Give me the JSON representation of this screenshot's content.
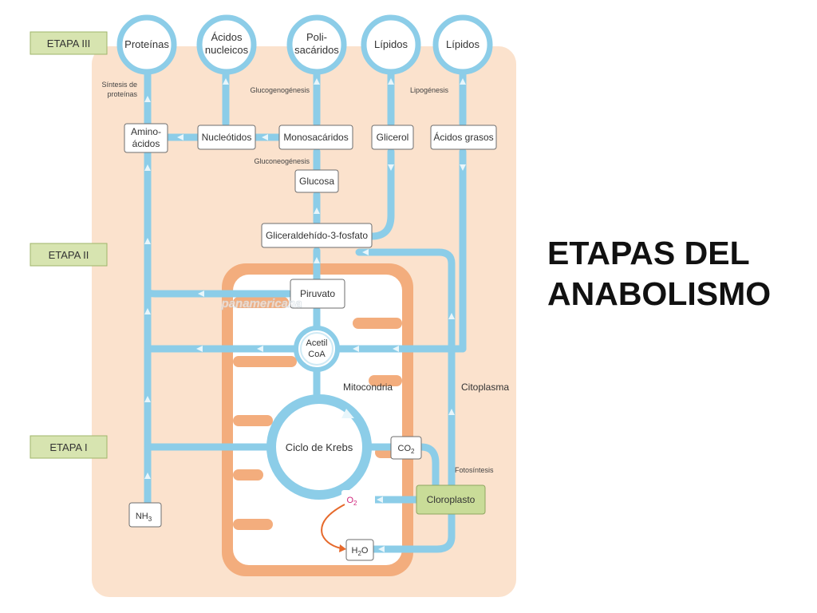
{
  "slide": {
    "title_line1": "ETAPAS DEL",
    "title_line2": "ANABOLISMO"
  },
  "stages": {
    "stage3": "ETAPA III",
    "stage2": "ETAPA II",
    "stage1": "ETAPA I"
  },
  "macromolecules": {
    "proteins": "Proteínas",
    "nucleic_l1": "Ácidos",
    "nucleic_l2": "nucleicos",
    "poly_l1": "Poli-",
    "poly_l2": "sacáridos",
    "lipids_a": "Lípidos",
    "lipids_b": "Lípidos"
  },
  "monomers": {
    "amino_l1": "Amino-",
    "amino_l2": "ácidos",
    "nucleotides": "Nucleótidos",
    "monosaccharides": "Monosacáridos",
    "glycerol": "Glicerol",
    "fatty_acids": "Ácidos grasos"
  },
  "intermediates": {
    "glucose": "Glucosa",
    "g3p": "Gliceraldehído-3-fosfato",
    "pyruvate": "Piruvato",
    "acetyl_l1": "Acetil",
    "acetyl_l2": "CoA",
    "krebs": "Ciclo de Krebs",
    "co2": "CO",
    "co2_sub": "2",
    "chloroplast": "Cloroplasto",
    "o2": "O",
    "o2_sub": "2",
    "h2o_a": "H",
    "h2o_sub": "2",
    "h2o_b": "O",
    "nh3": "NH",
    "nh3_sub": "3"
  },
  "process_labels": {
    "protein_synth_l1": "Síntesis de",
    "protein_synth_l2": "proteínas",
    "glycogenesis": "Glucogenogénesis",
    "lipogenesis": "Lipogénesis",
    "gluconeogenesis": "Gluconeogénesis",
    "mitochondria": "Mitocondria",
    "cytoplasm": "Citoplasma",
    "photosynthesis": "Fotosíntesis"
  },
  "watermark": "panamericana",
  "colors": {
    "cytoplasm_bg": "#fbe2cd",
    "mitochondria": "#f3ad7d",
    "pathway": "#8ccde8",
    "pathway_dark": "#5eb6dd",
    "stage_box": "#d7e4b0",
    "chloroplast_box": "#c9dc98",
    "o2_text": "#d0237a",
    "h2o_arrow": "#e6692b"
  }
}
